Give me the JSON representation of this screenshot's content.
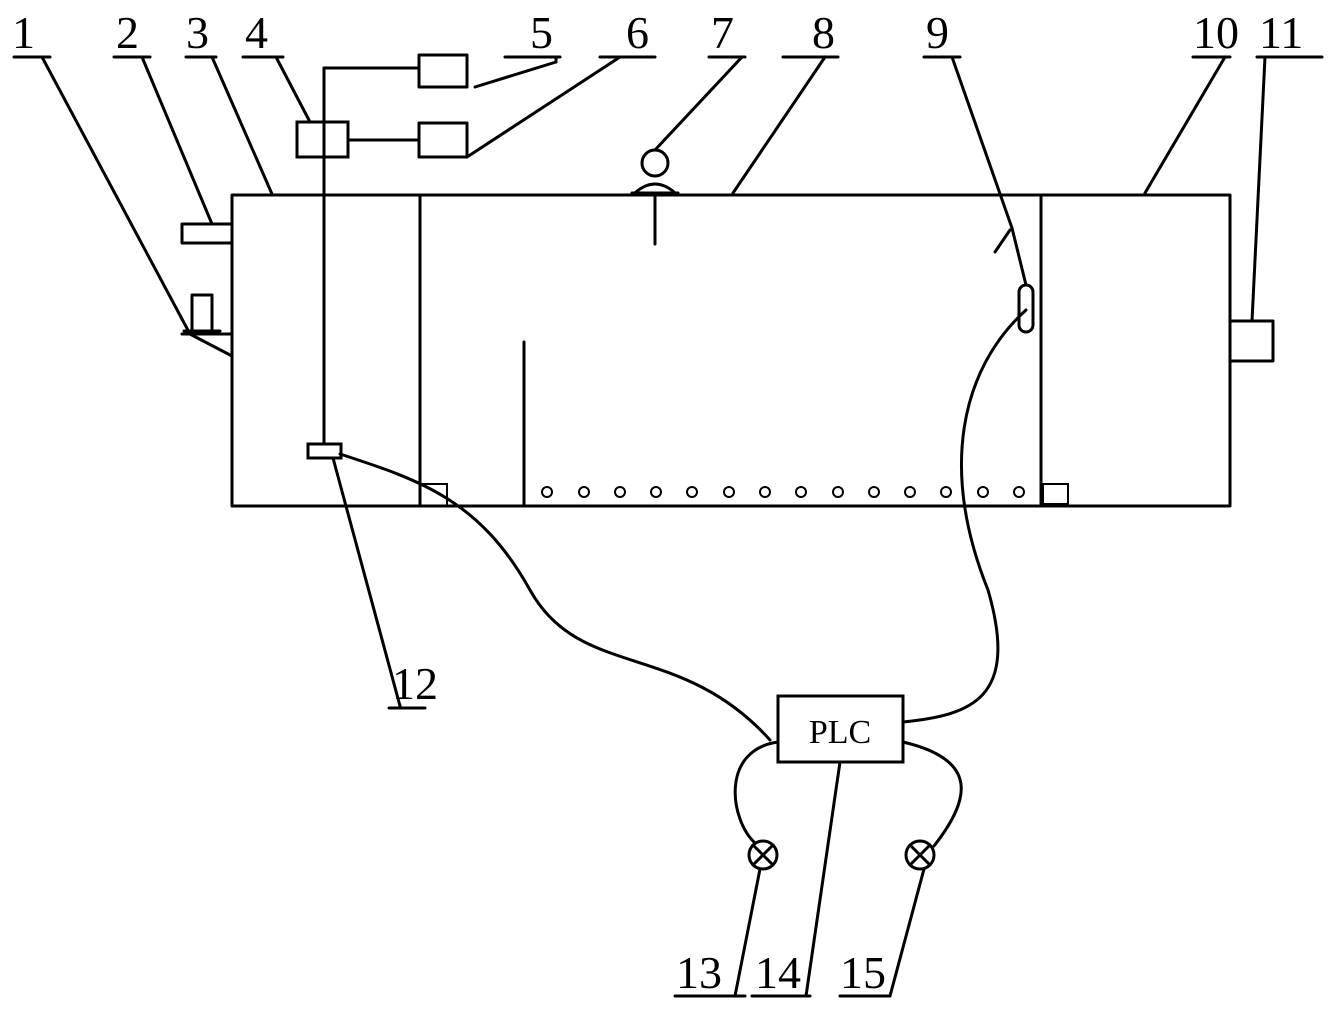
{
  "labels": {
    "n1": "1",
    "n2": "2",
    "n3": "3",
    "n4": "4",
    "n5": "5",
    "n6": "6",
    "n7": "7",
    "n8": "8",
    "n9": "9",
    "n10": "10",
    "n11": "11",
    "n12": "12",
    "n13": "13",
    "n14": "14",
    "n15": "15"
  },
  "plc": {
    "label": "PLC"
  },
  "colors": {
    "line": "#000000",
    "background": "#ffffff"
  }
}
